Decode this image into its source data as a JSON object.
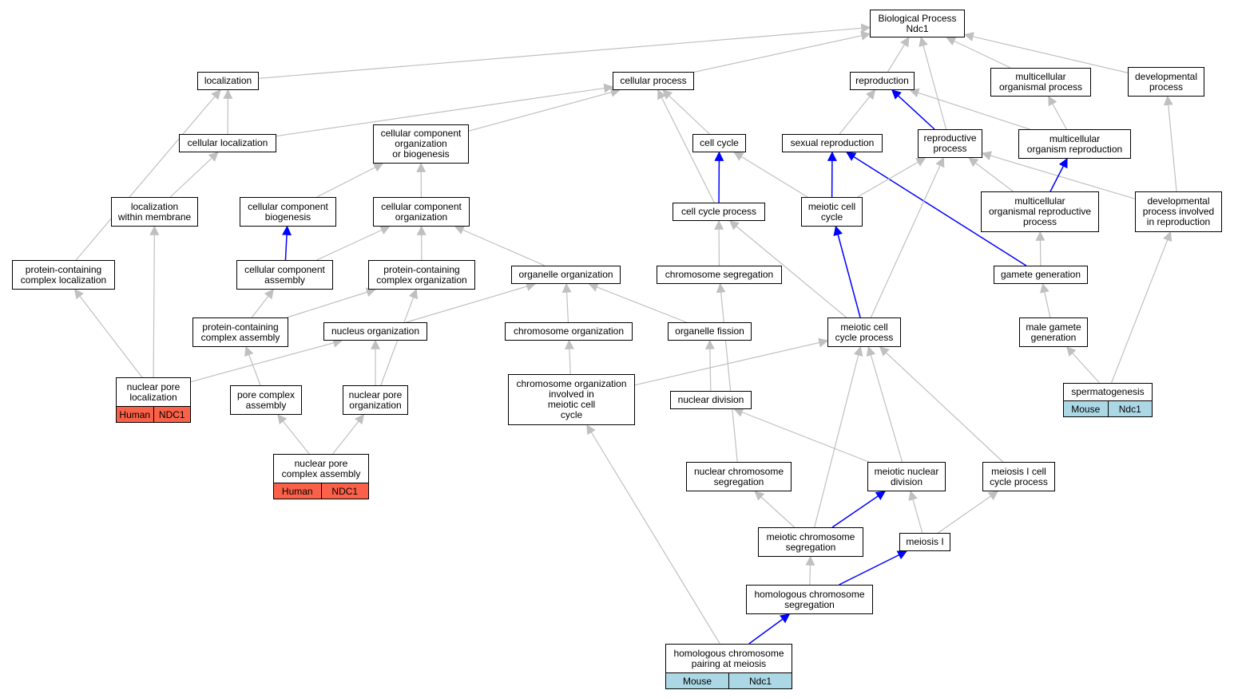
{
  "colors": {
    "gray_edge": "#c0c0c0",
    "blue_edge": "#0000ff",
    "human": "#fa6148",
    "mouse": "#acd8e6"
  },
  "nodes": {
    "bp": "Biological Process\nNdc1",
    "localization": "localization",
    "cellular_process": "cellular process",
    "reproduction": "reproduction",
    "multicellular_organismal_process": "multicellular\norganismal process",
    "developmental_process": "developmental\nprocess",
    "cellular_localization": "cellular localization",
    "ccob": "cellular component\norganization\nor biogenesis",
    "cell_cycle": "cell cycle",
    "sexual_reproduction": "sexual reproduction",
    "reproductive_process": "reproductive\nprocess",
    "multicellular_organism_reproduction": "multicellular\norganism reproduction",
    "localization_within_membrane": "localization\nwithin membrane",
    "cc_biogenesis": "cellular component\nbiogenesis",
    "cc_organization": "cellular component\norganization",
    "cell_cycle_process": "cell cycle process",
    "meiotic_cell_cycle": "meiotic cell\ncycle",
    "mor_process": "multicellular\norganismal reproductive\nprocess",
    "dev_in_repro": "developmental\nprocess involved\nin reproduction",
    "pc_localization": "protein-containing\ncomplex localization",
    "cc_assembly": "cellular component\nassembly",
    "pc_organization": "protein-containing\ncomplex organization",
    "organelle_organization": "organelle organization",
    "chromosome_segregation": "chromosome segregation",
    "gamete_generation": "gamete generation",
    "pc_assembly": "protein-containing\ncomplex assembly",
    "nucleus_organization": "nucleus organization",
    "chromosome_organization": "chromosome organization",
    "organelle_fission": "organelle fission",
    "meiotic_ccp": "meiotic cell\ncycle process",
    "male_gamete_generation": "male gamete\ngeneration",
    "npl": "nuclear pore\nlocalization",
    "pore_complex_assembly": "pore complex\nassembly",
    "np_organization": "nuclear pore\norganization",
    "co_meiotic": "chromosome organization\ninvolved in\nmeiotic cell\ncycle",
    "nuclear_division": "nuclear division",
    "spermatogenesis": "spermatogenesis",
    "npca": "nuclear pore\ncomplex assembly",
    "nuclear_chrom_seg": "nuclear chromosome\nsegregation",
    "meiotic_nuclear_division": "meiotic nuclear\ndivision",
    "meiosis_i_ccp": "meiosis I cell\ncycle process",
    "meiotic_chrom_seg": "meiotic chromosome\nsegregation",
    "meiosis_i": "meiosis I",
    "hom_chrom_seg": "homologous chromosome\nsegregation",
    "hom_chrom_pairing": "homologous chromosome\npairing at meiosis"
  },
  "annotations": {
    "npl": {
      "species": "Human",
      "gene": "NDC1"
    },
    "npca": {
      "species": "Human",
      "gene": "NDC1"
    },
    "spermatogenesis": {
      "species": "Mouse",
      "gene": "Ndc1"
    },
    "hom_chrom_pairing": {
      "species": "Mouse",
      "gene": "Ndc1"
    }
  },
  "edges": [
    {
      "from": "localization",
      "to": "bp"
    },
    {
      "from": "cellular_process",
      "to": "bp"
    },
    {
      "from": "reproduction",
      "to": "bp"
    },
    {
      "from": "multicellular_organismal_process",
      "to": "bp"
    },
    {
      "from": "developmental_process",
      "to": "bp"
    },
    {
      "from": "reproductive_process",
      "to": "bp"
    },
    {
      "from": "cellular_localization",
      "to": "localization"
    },
    {
      "from": "pc_localization",
      "to": "localization"
    },
    {
      "from": "cellular_localization",
      "to": "cellular_process"
    },
    {
      "from": "ccob",
      "to": "cellular_process"
    },
    {
      "from": "cell_cycle",
      "to": "cellular_process"
    },
    {
      "from": "cell_cycle_process",
      "to": "cellular_process"
    },
    {
      "from": "sexual_reproduction",
      "to": "reproduction"
    },
    {
      "from": "reproductive_process",
      "to": "reproduction",
      "blue": true
    },
    {
      "from": "multicellular_organism_reproduction",
      "to": "reproduction"
    },
    {
      "from": "multicellular_organism_reproduction",
      "to": "multicellular_organismal_process"
    },
    {
      "from": "dev_in_repro",
      "to": "developmental_process"
    },
    {
      "from": "localization_within_membrane",
      "to": "cellular_localization"
    },
    {
      "from": "cc_biogenesis",
      "to": "ccob"
    },
    {
      "from": "cc_organization",
      "to": "ccob"
    },
    {
      "from": "cell_cycle_process",
      "to": "cell_cycle",
      "blue": true
    },
    {
      "from": "meiotic_cell_cycle",
      "to": "cell_cycle"
    },
    {
      "from": "meiotic_cell_cycle",
      "to": "sexual_reproduction",
      "blue": true
    },
    {
      "from": "gamete_generation",
      "to": "sexual_reproduction",
      "blue": true
    },
    {
      "from": "meiotic_cell_cycle",
      "to": "reproductive_process"
    },
    {
      "from": "meiotic_ccp",
      "to": "reproductive_process"
    },
    {
      "from": "mor_process",
      "to": "reproductive_process"
    },
    {
      "from": "dev_in_repro",
      "to": "reproductive_process"
    },
    {
      "from": "mor_process",
      "to": "multicellular_organism_reproduction",
      "blue": true
    },
    {
      "from": "npl",
      "to": "localization_within_membrane"
    },
    {
      "from": "cc_assembly",
      "to": "cc_biogenesis",
      "blue": true
    },
    {
      "from": "cc_assembly",
      "to": "cc_organization"
    },
    {
      "from": "pc_organization",
      "to": "cc_organization"
    },
    {
      "from": "organelle_organization",
      "to": "cc_organization"
    },
    {
      "from": "chromosome_segregation",
      "to": "cell_cycle_process"
    },
    {
      "from": "meiotic_ccp",
      "to": "cell_cycle_process"
    },
    {
      "from": "meiotic_ccp",
      "to": "meiotic_cell_cycle",
      "blue": true
    },
    {
      "from": "gamete_generation",
      "to": "mor_process"
    },
    {
      "from": "spermatogenesis",
      "to": "dev_in_repro"
    },
    {
      "from": "npl",
      "to": "pc_localization"
    },
    {
      "from": "pc_assembly",
      "to": "cc_assembly"
    },
    {
      "from": "pc_assembly",
      "to": "pc_organization"
    },
    {
      "from": "np_organization",
      "to": "pc_organization"
    },
    {
      "from": "nucleus_organization",
      "to": "organelle_organization"
    },
    {
      "from": "chromosome_organization",
      "to": "organelle_organization"
    },
    {
      "from": "organelle_fission",
      "to": "organelle_organization"
    },
    {
      "from": "nuclear_chrom_seg",
      "to": "chromosome_segregation"
    },
    {
      "from": "male_gamete_generation",
      "to": "gamete_generation"
    },
    {
      "from": "pore_complex_assembly",
      "to": "pc_assembly"
    },
    {
      "from": "npl",
      "to": "nucleus_organization"
    },
    {
      "from": "np_organization",
      "to": "nucleus_organization"
    },
    {
      "from": "co_meiotic",
      "to": "chromosome_organization"
    },
    {
      "from": "nuclear_division",
      "to": "organelle_fission"
    },
    {
      "from": "co_meiotic",
      "to": "meiotic_ccp"
    },
    {
      "from": "meiotic_chrom_seg",
      "to": "meiotic_ccp"
    },
    {
      "from": "meiotic_nuclear_division",
      "to": "meiotic_ccp"
    },
    {
      "from": "meiosis_i_ccp",
      "to": "meiotic_ccp"
    },
    {
      "from": "spermatogenesis",
      "to": "male_gamete_generation"
    },
    {
      "from": "npca",
      "to": "pore_complex_assembly"
    },
    {
      "from": "npca",
      "to": "np_organization"
    },
    {
      "from": "hom_chrom_pairing",
      "to": "co_meiotic"
    },
    {
      "from": "meiotic_nuclear_division",
      "to": "nuclear_division"
    },
    {
      "from": "meiotic_chrom_seg",
      "to": "nuclear_chrom_seg"
    },
    {
      "from": "meiotic_chrom_seg",
      "to": "meiotic_nuclear_division",
      "blue": true
    },
    {
      "from": "meiosis_i",
      "to": "meiotic_nuclear_division"
    },
    {
      "from": "meiosis_i",
      "to": "meiosis_i_ccp"
    },
    {
      "from": "hom_chrom_seg",
      "to": "meiotic_chrom_seg"
    },
    {
      "from": "hom_chrom_seg",
      "to": "meiosis_i",
      "blue": true
    },
    {
      "from": "hom_chrom_pairing",
      "to": "hom_chrom_seg",
      "blue": true
    }
  ]
}
